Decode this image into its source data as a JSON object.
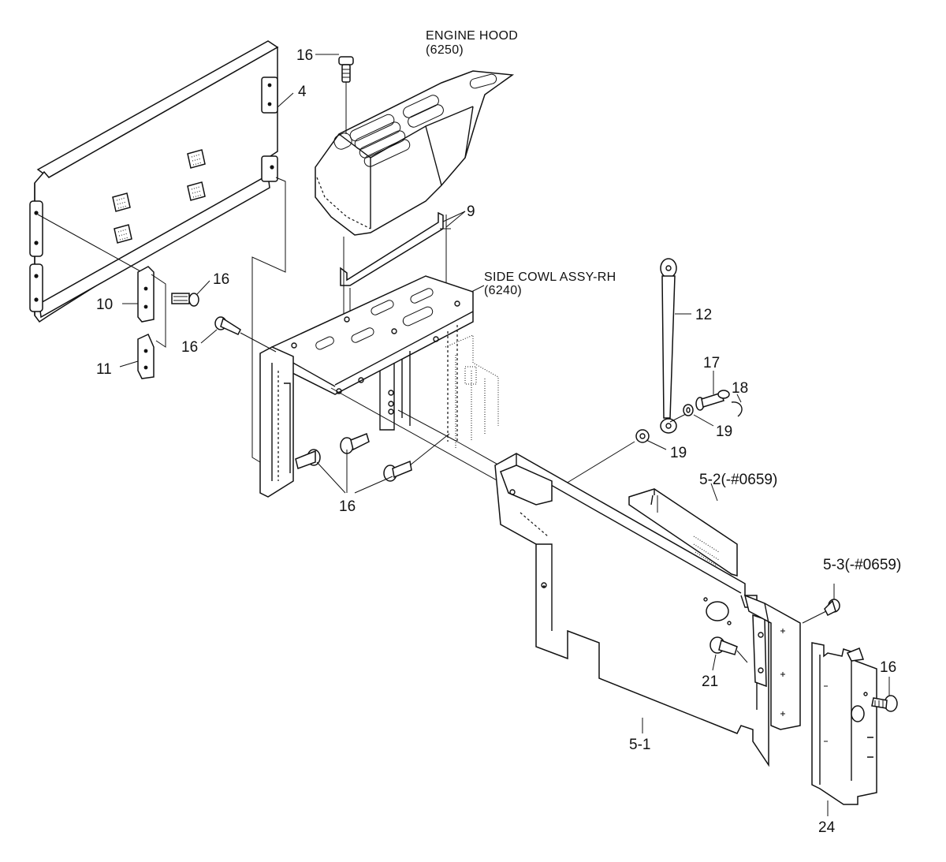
{
  "diagram": {
    "assemblies": {
      "engine_hood": {
        "name": "ENGINE HOOD",
        "code": "(6250)"
      },
      "side_cowl": {
        "name": "SIDE COWL ASSY-RH",
        "code": "(6240)"
      }
    },
    "callouts": {
      "c16_top": "16",
      "c4": "4",
      "c9": "9",
      "c16_left": "16",
      "c10": "10",
      "c16_mid": "16",
      "c11": "11",
      "c12": "12",
      "c17": "17",
      "c18": "18",
      "c19_right": "19",
      "c19_lower": "19",
      "c16_bottom": "16",
      "c5_2": "5-2(-#0659)",
      "c5_3": "5-3(-#0659)",
      "c21": "21",
      "c16_far": "16",
      "c5_1": "5-1",
      "c24": "24"
    }
  }
}
